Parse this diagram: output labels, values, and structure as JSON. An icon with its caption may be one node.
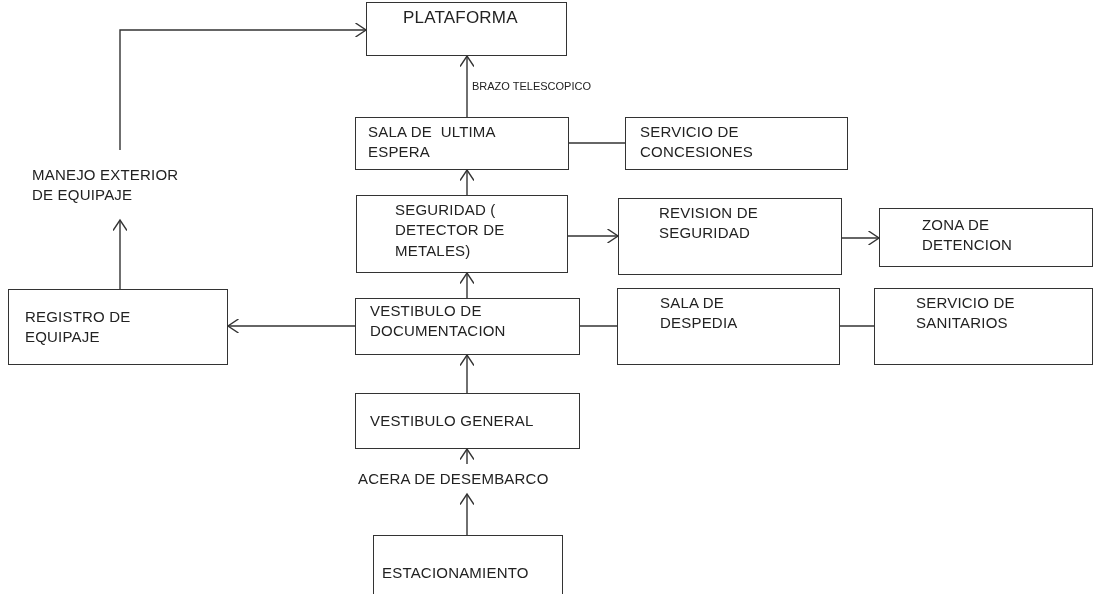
{
  "diagram": {
    "nodes": [
      {
        "text": [
          "PLATAFORMA"
        ]
      },
      {
        "text": [
          "SALA DE  ULTIMA ESPERA"
        ]
      },
      {
        "text": [
          "SERVICIO DE CONCESIONES"
        ]
      },
      {
        "text": [
          "MANEJO EXTERIOR DE EQUIPAJE"
        ]
      },
      {
        "text": [
          "SEGURIDAD ( DETECTOR DE METALES)"
        ]
      },
      {
        "text": [
          "REVISION DE SEGURIDAD"
        ]
      },
      {
        "text": [
          "ZONA DE DETENCION"
        ]
      },
      {
        "text": [
          "REGISTRO DE EQUIPAJE"
        ]
      },
      {
        "text": [
          "VESTIBULO DE DOCUMENTACION"
        ]
      },
      {
        "text": [
          "SALA DE DESPEDIA"
        ]
      },
      {
        "text": [
          "SERVICIO DE SANITARIOS"
        ]
      },
      {
        "text": [
          "VESTIBULO GENERAL"
        ]
      },
      {
        "text": [
          "ACERA DE DESEMBARCO"
        ]
      },
      {
        "text": [
          "ESTACIONAMIENTO"
        ]
      }
    ],
    "edges": [
      {
        "from": 1,
        "to": 0,
        "arrow": "to",
        "label": "BRAZO TELESCOPICO"
      },
      {
        "from": 1,
        "to": 2,
        "arrow": "none"
      },
      {
        "from": 4,
        "to": 1,
        "arrow": "to"
      },
      {
        "from": 4,
        "to": 5,
        "arrow": "to"
      },
      {
        "from": 5,
        "to": 6,
        "arrow": "to"
      },
      {
        "from": 8,
        "to": 4,
        "arrow": "to"
      },
      {
        "from": 8,
        "to": 7,
        "arrow": "to"
      },
      {
        "from": 8,
        "to": 9,
        "arrow": "none"
      },
      {
        "from": 9,
        "to": 10,
        "arrow": "none"
      },
      {
        "from": 11,
        "to": 8,
        "arrow": "to"
      },
      {
        "from": 12,
        "to": 11,
        "arrow": "to"
      },
      {
        "from": 13,
        "to": 12,
        "arrow": "to"
      },
      {
        "from": 7,
        "to": 3,
        "arrow": "to"
      },
      {
        "from": 3,
        "to": 0,
        "arrow": "to"
      }
    ]
  }
}
